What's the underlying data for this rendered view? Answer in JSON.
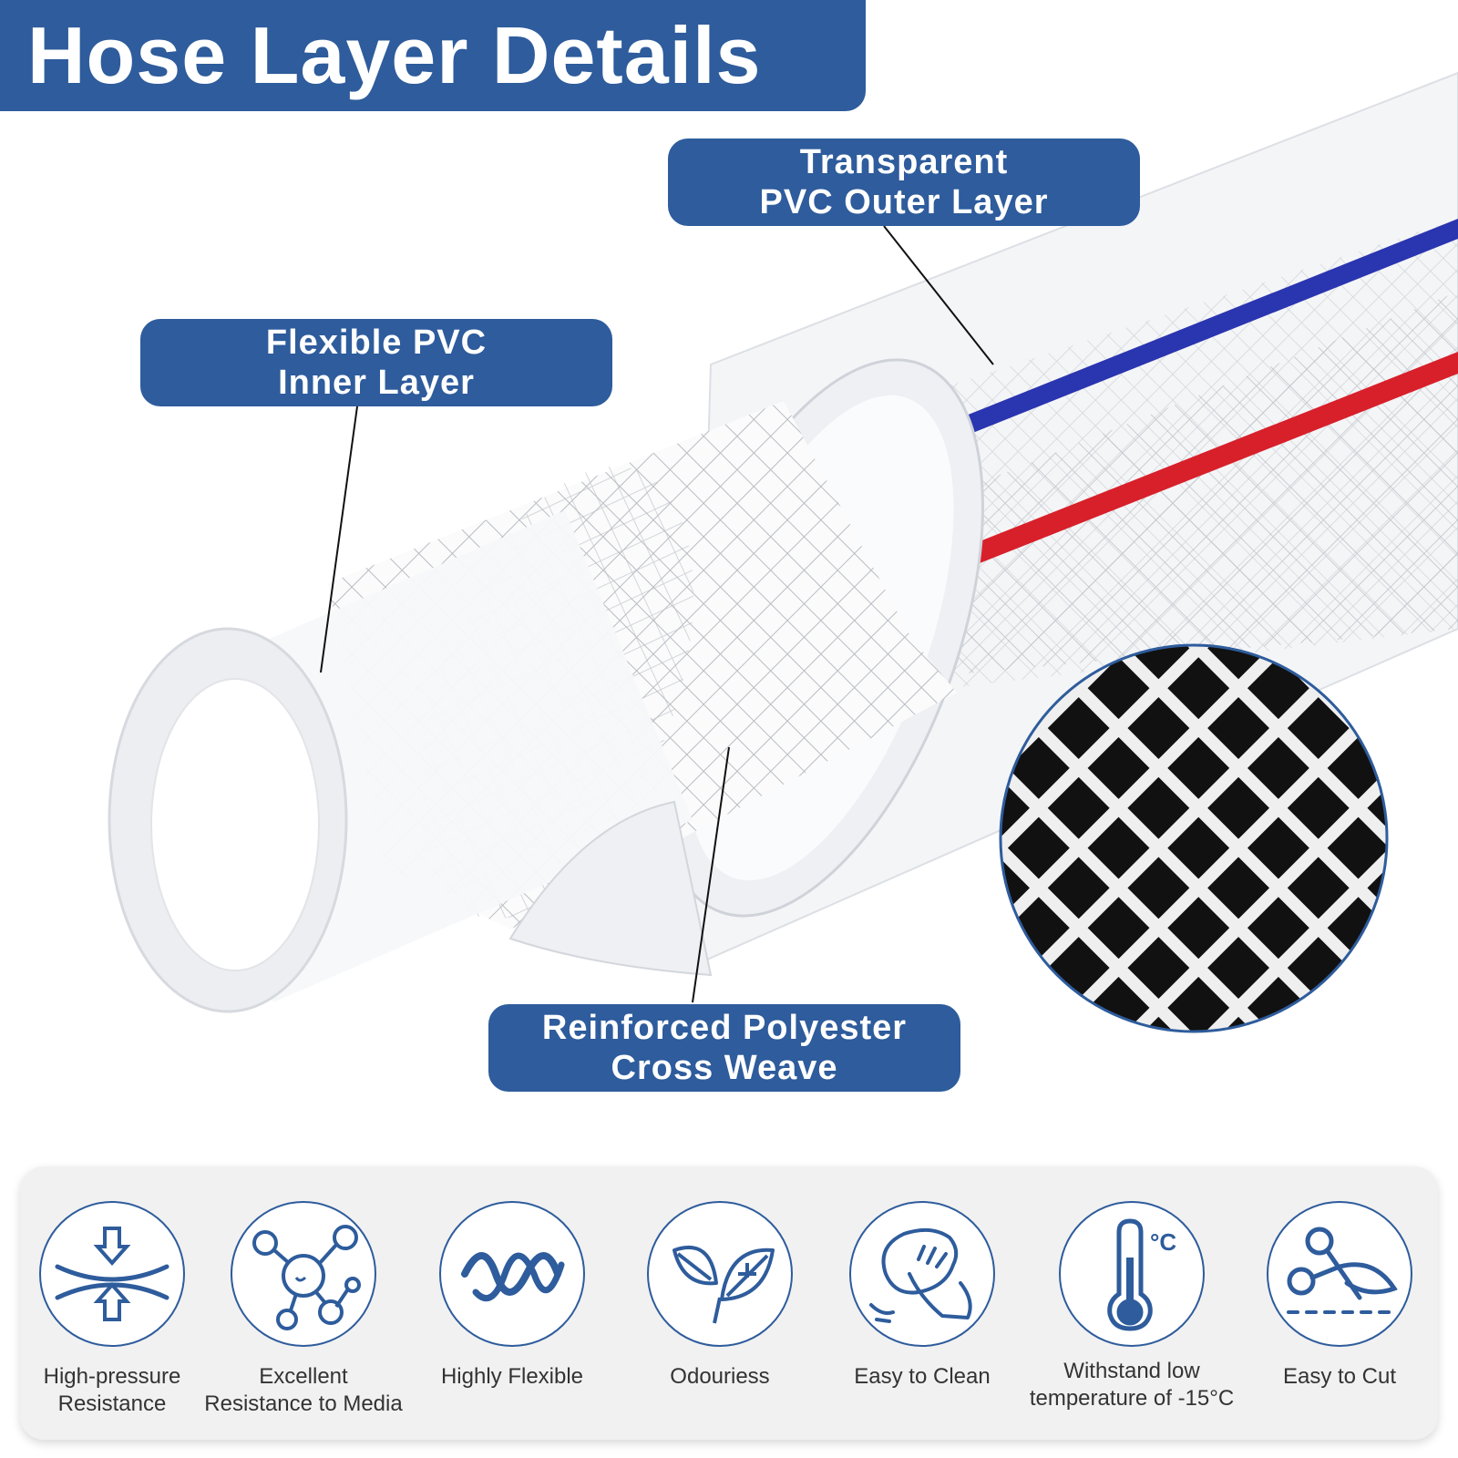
{
  "title": "Hose Layer Details",
  "callouts": {
    "outer": {
      "line1": "Transparent",
      "line2": "PVC Outer Layer"
    },
    "inner": {
      "line1": "Flexible PVC",
      "line2": "Inner Layer"
    },
    "weave": {
      "line1": "Reinforced Polyester",
      "line2": "Cross Weave"
    }
  },
  "colors": {
    "brand_blue": "#2e5c9c",
    "stripe_blue": "#2a35b0",
    "stripe_red": "#d8202a"
  },
  "features": [
    {
      "icon": "pressure-icon",
      "line1": "High-pressure",
      "line2": "Resistance"
    },
    {
      "icon": "molecule-icon",
      "line1": "Excellent",
      "line2": "Resistance to Media"
    },
    {
      "icon": "wave-icon",
      "line1": "Highly Flexible",
      "line2": ""
    },
    {
      "icon": "leaf-icon",
      "line1": "Odouriess",
      "line2": ""
    },
    {
      "icon": "wipe-hand-icon",
      "line1": "Easy to Clean",
      "line2": ""
    },
    {
      "icon": "thermometer-icon",
      "line1": "Withstand low",
      "line2": "temperature of -15°C",
      "unit_symbol": "°C"
    },
    {
      "icon": "scissors-icon",
      "line1": "Easy to Cut",
      "line2": ""
    }
  ]
}
